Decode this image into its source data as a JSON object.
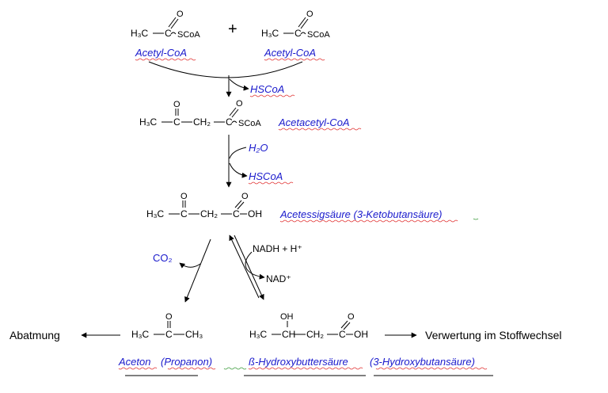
{
  "molecules": {
    "acetyl_coa": {
      "formula_h3c": "H₃C",
      "c": "C",
      "o": "O",
      "scoa": "SCoA",
      "name": "Acetyl-CoA"
    },
    "plus": "+",
    "hscoa_1": "HSCoA",
    "acetacetyl_coa": {
      "name": "Acetacetyl-CoA"
    },
    "h2o": "H₂O",
    "hscoa_2": "HSCoA",
    "acetessigsaeure": {
      "oh": "OH",
      "name": "Acetessigsäure (3-Ketobutansäure)"
    },
    "co2": "CO₂",
    "nadh": "NADH + H⁺",
    "nad": "NAD⁺",
    "aceton": {
      "ch3": "CH₃",
      "name_1": "Aceton",
      "name_2": "(Propanon)"
    },
    "hydroxy": {
      "oh_top": "OH",
      "ch": "CH",
      "ch2": "CH₂",
      "name_1": "ß-Hydroxybuttersäure",
      "name_2": "(3-Hydroxybutansäure)"
    }
  },
  "outcomes": {
    "left": "Abatmung",
    "right": "Verwertung im Stoffwechsel"
  }
}
